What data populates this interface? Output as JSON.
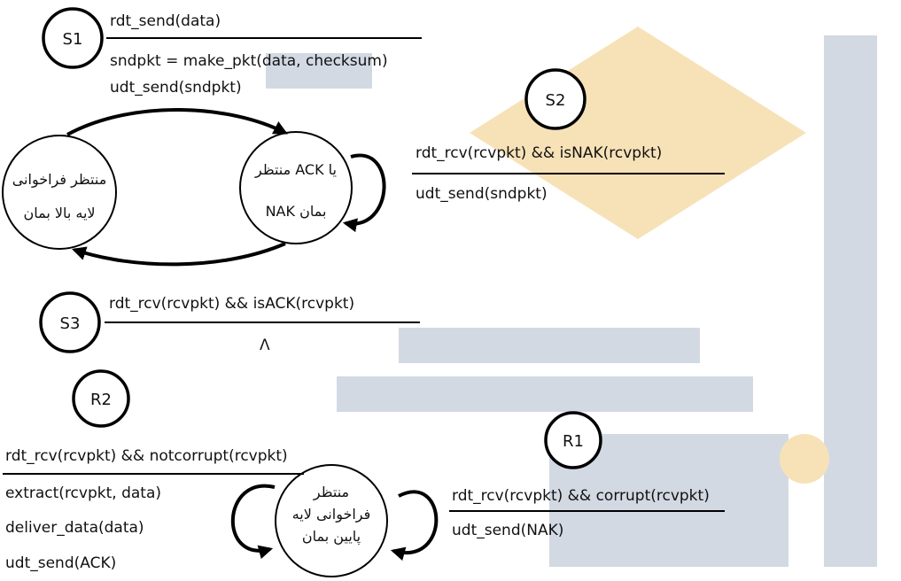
{
  "colors": {
    "ink": "#000000",
    "watermark_blue": "#d3d9e3",
    "watermark_orange": "#f7e2b8"
  },
  "sender": {
    "states": {
      "wait_upper": {
        "lines": [
          "منتظر فراخوانی",
          "لایه بالا بمان"
        ]
      },
      "wait_ack": {
        "lines": [
          "منتظر ACK یا",
          "NAK بمان"
        ]
      }
    },
    "transitions": {
      "s1": {
        "tag": "S1",
        "event": "rdt_send(data)",
        "actions": [
          "sndpkt = make_pkt(data, checksum)",
          "udt_send(sndpkt)"
        ]
      },
      "s2": {
        "tag": "S2",
        "event": "rdt_rcv(rcvpkt) && isNAK(rcvpkt)",
        "actions": [
          "udt_send(sndpkt)"
        ]
      },
      "s3": {
        "tag": "S3",
        "event": "rdt_rcv(rcvpkt) && isACK(rcvpkt)",
        "actions": [
          "Λ"
        ]
      }
    }
  },
  "receiver": {
    "states": {
      "wait_lower": {
        "lines": [
          "منتظر",
          "فراخوانی لایه",
          "پایین بمان"
        ]
      }
    },
    "transitions": {
      "r1": {
        "tag": "R1",
        "event": "rdt_rcv(rcvpkt) && corrupt(rcvpkt)",
        "actions": [
          "udt_send(NAK)"
        ]
      },
      "r2": {
        "tag": "R2",
        "event": "rdt_rcv(rcvpkt) && notcorrupt(rcvpkt)",
        "actions": [
          "extract(rcvpkt, data)",
          "deliver_data(data)",
          "udt_send(ACK)"
        ]
      }
    }
  }
}
